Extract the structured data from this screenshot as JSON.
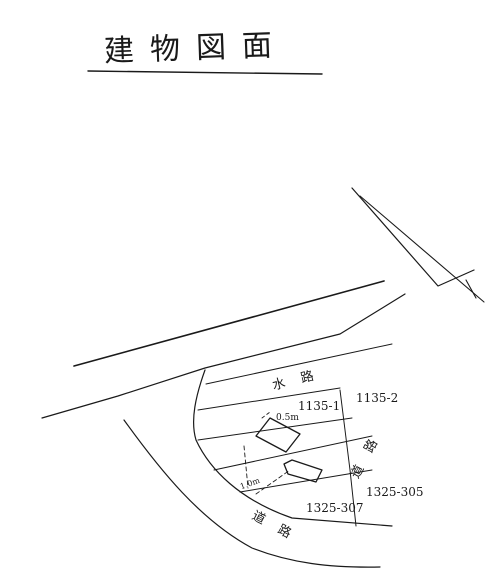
{
  "title": "建物図面",
  "labels": {
    "waterway": "水 路",
    "road_right": "道 路",
    "road_bottom": "道 路",
    "lot_1135_1": "1135-1",
    "lot_1135_2": "1135-2",
    "lot_1325_305": "1325-305",
    "lot_1325_307": "1325-307",
    "dim_05m": "0.5m",
    "dim_10m": "1.0m"
  },
  "colors": {
    "ink": "#1a1a1a",
    "paper": "#ffffff"
  }
}
